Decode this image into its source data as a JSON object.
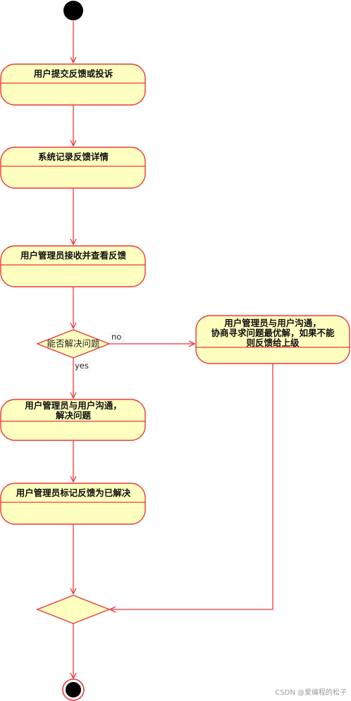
{
  "diagram": {
    "nodes": {
      "submit": "用户提交反馈或投诉",
      "record": "系统记录反馈详情",
      "review": "用户管理员接收并查看反馈",
      "decision": "能否解决问题",
      "negotiate": [
        "用户管理员与用户沟通，",
        "协商寻求问题最优解，如果不能",
        "则反馈给上级"
      ],
      "resolve": [
        "用户管理员与用户沟通，",
        "解决问题"
      ],
      "mark": "用户管理员标记反馈为已解决"
    },
    "guards": {
      "no": "no",
      "yes": "yes"
    }
  },
  "watermark": "CSDN @爱编程的松子",
  "colors": {
    "stroke": "#e83a3a",
    "fill": "#ffffc0",
    "start": "#000000"
  }
}
